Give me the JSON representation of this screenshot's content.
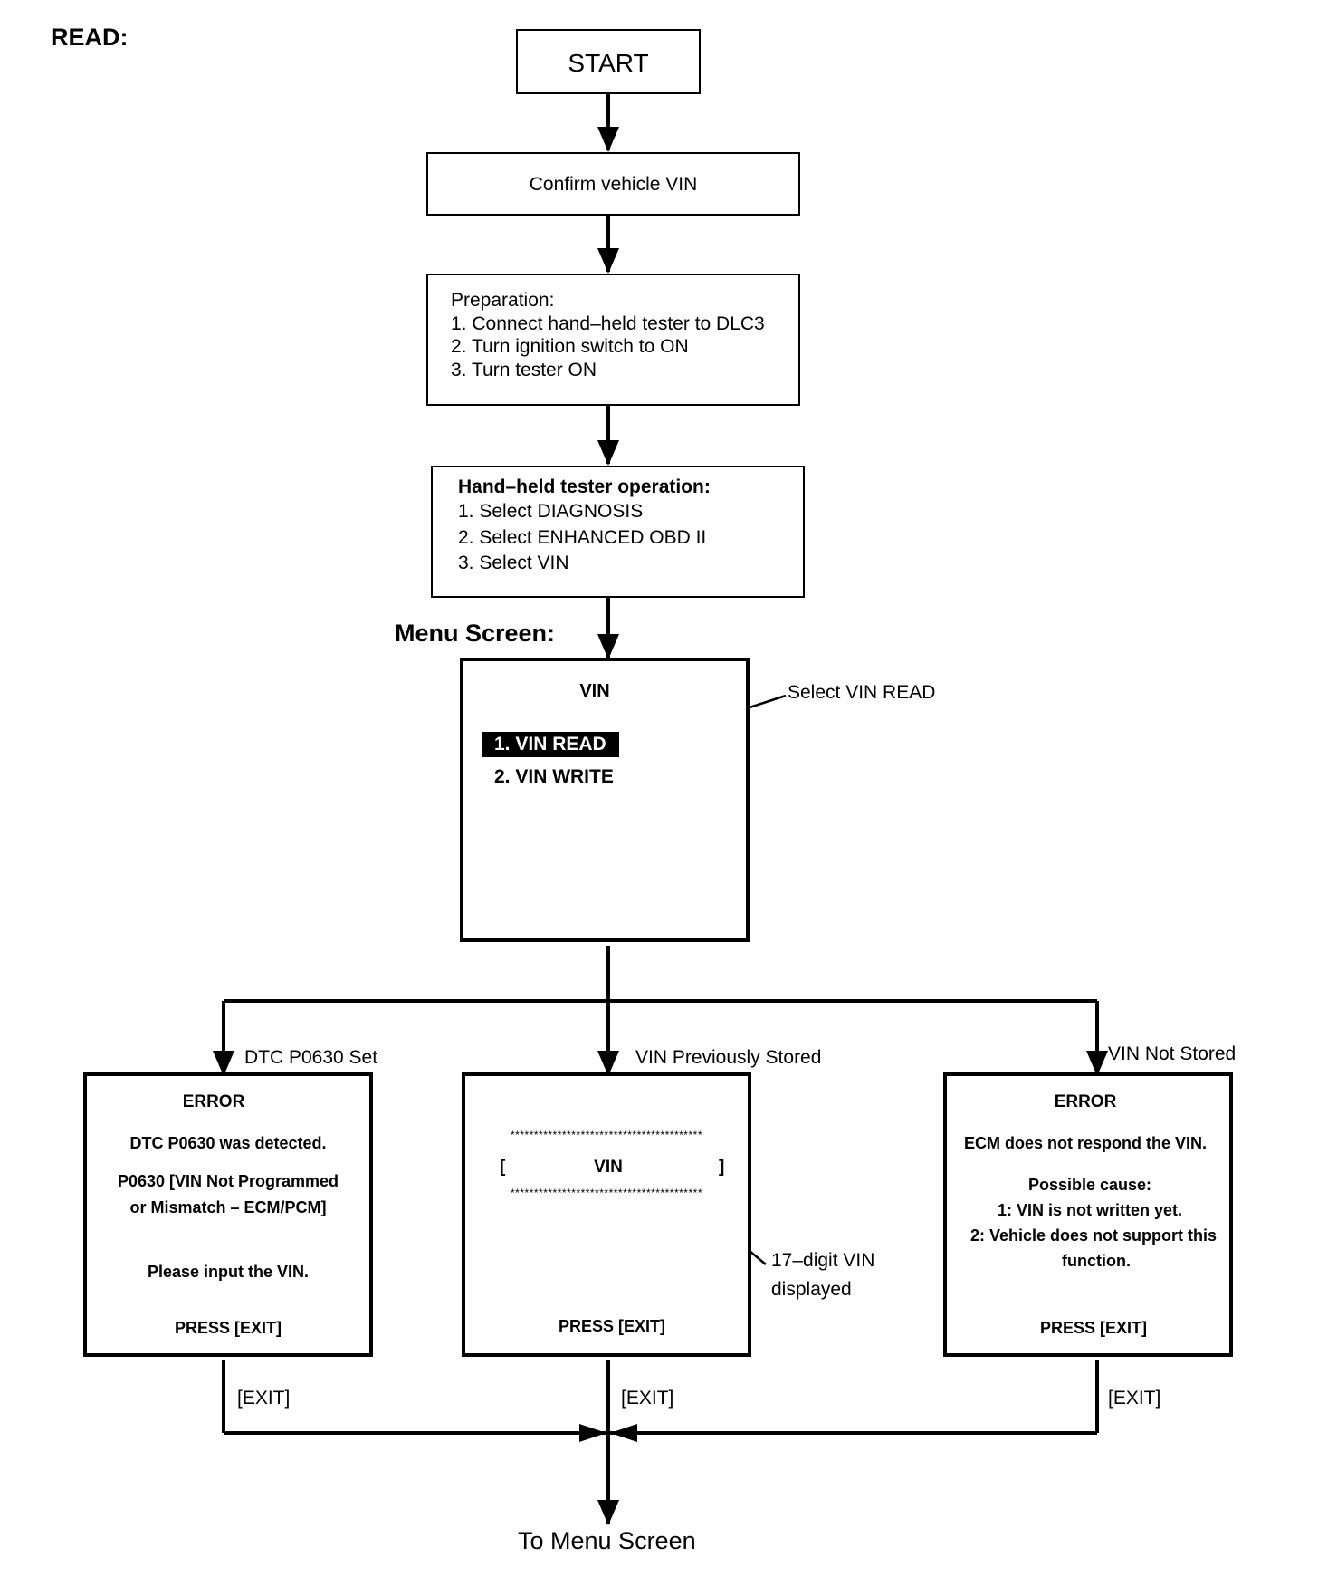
{
  "heading": "READ:",
  "start": "START",
  "confirm_vin": "Confirm vehicle VIN",
  "preparation": {
    "title": "Preparation:",
    "steps": [
      "1. Connect hand–held tester to DLC3",
      "2. Turn ignition switch to ON",
      "3. Turn tester ON"
    ]
  },
  "tester_operation": {
    "title": "Hand–held tester operation:",
    "steps": [
      "1. Select DIAGNOSIS",
      "2. Select ENHANCED OBD II",
      "3. Select VIN"
    ]
  },
  "menu_screen": {
    "label": "Menu Screen:",
    "title": "VIN",
    "items": [
      "1. VIN READ",
      "2. VIN WRITE"
    ],
    "callout": "Select VIN READ"
  },
  "branches": {
    "left_condition": "DTC P0630 Set",
    "middle_condition": "VIN Previously Stored",
    "right_condition": "VIN Not Stored"
  },
  "left_screen": {
    "title": "ERROR",
    "line1": "DTC P0630 was detected.",
    "line2": "P0630  [VIN Not Programmed",
    "line3": "or Mismatch – ECM/PCM]",
    "line4": "Please input the VIN.",
    "press": "PRESS [EXIT]"
  },
  "middle_screen": {
    "stars": "*****************************************",
    "bracket_open": "[",
    "vin": "VIN",
    "bracket_close": "]",
    "press": "PRESS [EXIT]",
    "callout_line1": "17–digit VIN",
    "callout_line2": "displayed"
  },
  "right_screen": {
    "title": "ERROR",
    "line1": "ECM does not respond the VIN.",
    "line2": "Possible cause:",
    "line3": "1: VIN is not written yet.",
    "line4": "2: Vehicle does not support this",
    "line5": "function.",
    "press": "PRESS [EXIT]"
  },
  "exit_label": "[EXIT]",
  "to_menu": "To Menu Screen"
}
